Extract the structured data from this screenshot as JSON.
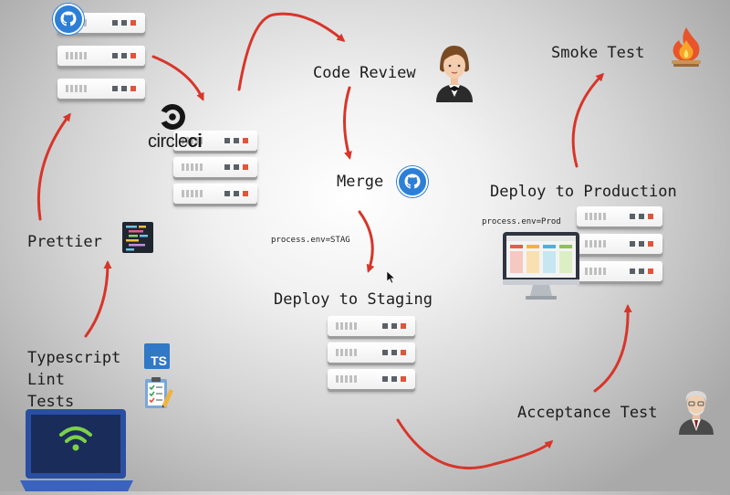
{
  "labels": {
    "code_review": "Code Review",
    "smoke_test": "Smoke Test",
    "merge": "Merge",
    "deploy_production": "Deploy to Production",
    "process_env_prod": "process.env=Prod",
    "process_env_stag": "process.env=STAG",
    "deploy_staging": "Deploy to Staging",
    "prettier": "Prettier",
    "typescript": "Typescript",
    "lint": "Lint",
    "tests": "Tests",
    "acceptance_test": "Acceptance Test",
    "circleci_circle": "circle",
    "circleci_ci": "ci",
    "ts_badge": "TS"
  },
  "icons": [
    "github-logo-icon",
    "circleci-logo-icon",
    "waiter-icon",
    "fire-icon",
    "code-editor-icon",
    "typescript-icon",
    "clipboard-checklist-icon",
    "laptop-wifi-icon",
    "monitor-dashboard-icon",
    "elderly-man-icon",
    "server-rack-icon",
    "cursor-icon"
  ],
  "colors": {
    "arrow": "#d8352a",
    "server_led": "#e0553a",
    "github_blue": "#2d7fd6",
    "ts_blue": "#3178c6",
    "laptop_blue": "#2a4fa0",
    "wifi_green": "#7cd14a"
  }
}
